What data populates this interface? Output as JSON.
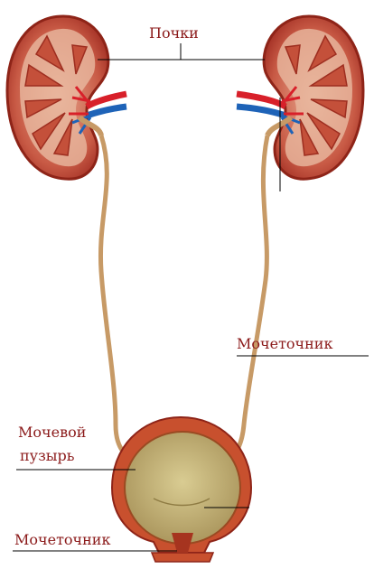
{
  "labels": {
    "kidneys": "Почки",
    "ureter": "Мочеточник",
    "bladder_line1": "Мочевой",
    "bladder_line2": "пузырь",
    "urethra": "Мочеточник"
  },
  "colors": {
    "label_text": "#8b1a1a",
    "kidney_outer": "#b63a2c",
    "kidney_inner": "#d9826b",
    "ureter": "#c79a66",
    "artery": "#d8202a",
    "vein": "#1e63b8",
    "bladder_wall": "#c8502e",
    "bladder_inner": "#c7b57a"
  }
}
